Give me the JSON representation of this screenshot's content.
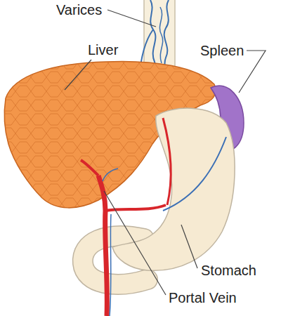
{
  "diagram": {
    "labels": [
      "Varices",
      "Liver",
      "Spleen",
      "Stomach",
      "Portal Vein"
    ]
  }
}
